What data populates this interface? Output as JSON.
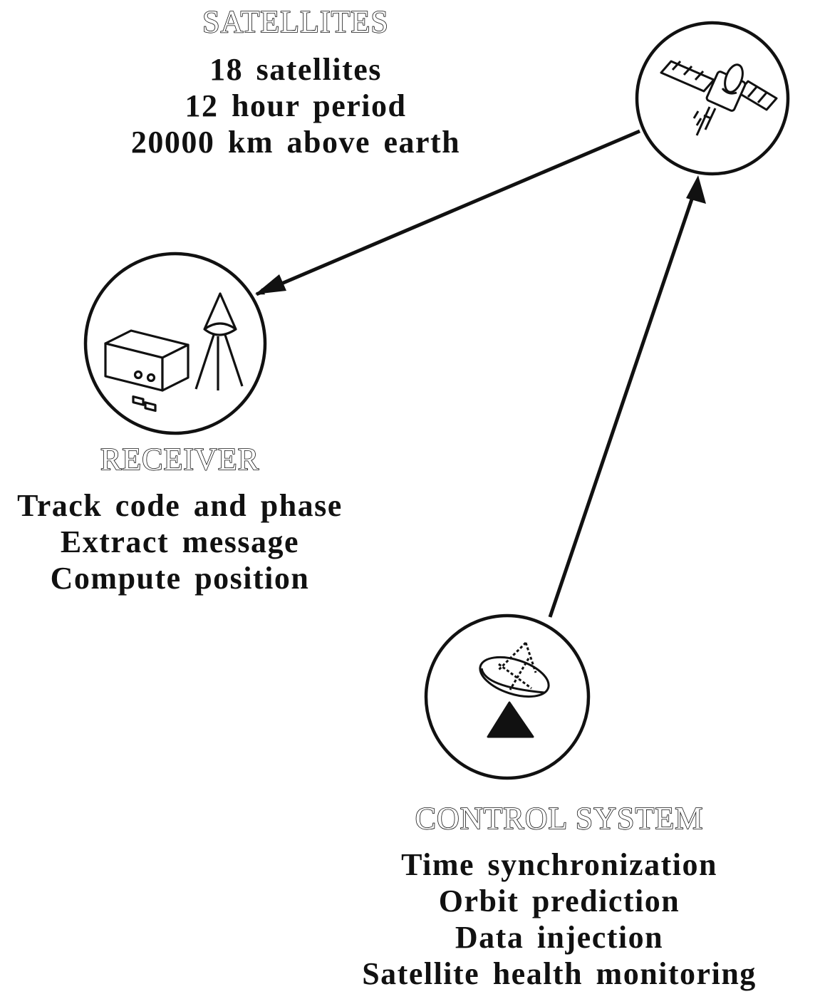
{
  "satellites": {
    "title": "SATELLITES",
    "lines": [
      "18 satellites",
      "12 hour period",
      "20000 km above earth"
    ]
  },
  "receiver": {
    "title": "RECEIVER",
    "lines": [
      "Track code and phase",
      "Extract message",
      "Compute position"
    ]
  },
  "control_system": {
    "title": "CONTROL SYSTEM",
    "lines": [
      "Time synchronization",
      "Orbit prediction",
      "Data injection",
      "Satellite health monitoring"
    ]
  },
  "nodes": {
    "satellite": {
      "icon": "satellite-icon"
    },
    "receiver": {
      "icons": [
        "receiver-box-icon",
        "antenna-tripod-icon"
      ]
    },
    "control": {
      "icon": "dish-antenna-icon"
    }
  },
  "links": [
    {
      "from": "satellite",
      "to": "receiver",
      "direction": "one-way"
    },
    {
      "from": "control",
      "to": "satellite",
      "direction": "one-way"
    }
  ],
  "colors": {
    "ink": "#111111",
    "paper": "#ffffff"
  }
}
